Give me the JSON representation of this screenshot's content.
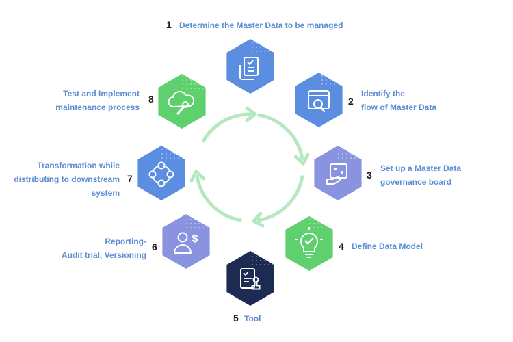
{
  "colors": {
    "cycle_arrow": "#b5e8c1",
    "label_text": "#5b8ed4",
    "number_text": "#1b1b1b",
    "blue": "#5b8ee0",
    "periwinkle": "#8a93e0",
    "green": "#5fd06e",
    "navy": "#1d2a52"
  },
  "steps": [
    {
      "number": "1",
      "label_lines": [
        "Determine the Master Data to be managed"
      ],
      "hex_color": "blue",
      "icon": "checklist-document-icon"
    },
    {
      "number": "2",
      "label_lines": [
        "Identify the",
        "flow of Master Data"
      ],
      "hex_color": "blue",
      "icon": "window-magnifier-icon"
    },
    {
      "number": "3",
      "label_lines": [
        "Set up a Master Data",
        "governance board"
      ],
      "hex_color": "periwinkle",
      "icon": "hand-board-icon"
    },
    {
      "number": "4",
      "label_lines": [
        "Define Data Model"
      ],
      "hex_color": "green",
      "icon": "lightbulb-check-icon"
    },
    {
      "number": "5",
      "label_lines": [
        "Tool"
      ],
      "hex_color": "navy",
      "icon": "document-stamp-icon"
    },
    {
      "number": "6",
      "label_lines": [
        "Reporting-",
        "Audit trial, Versioning"
      ],
      "hex_color": "periwinkle",
      "icon": "person-dollar-icon"
    },
    {
      "number": "7",
      "label_lines": [
        "Transformation while",
        "distributing to downstream",
        "system"
      ],
      "hex_color": "blue",
      "icon": "connected-nodes-icon"
    },
    {
      "number": "8",
      "label_lines": [
        "Test and Implement",
        "maintenance process"
      ],
      "hex_color": "green",
      "icon": "cloud-wrench-icon"
    }
  ]
}
